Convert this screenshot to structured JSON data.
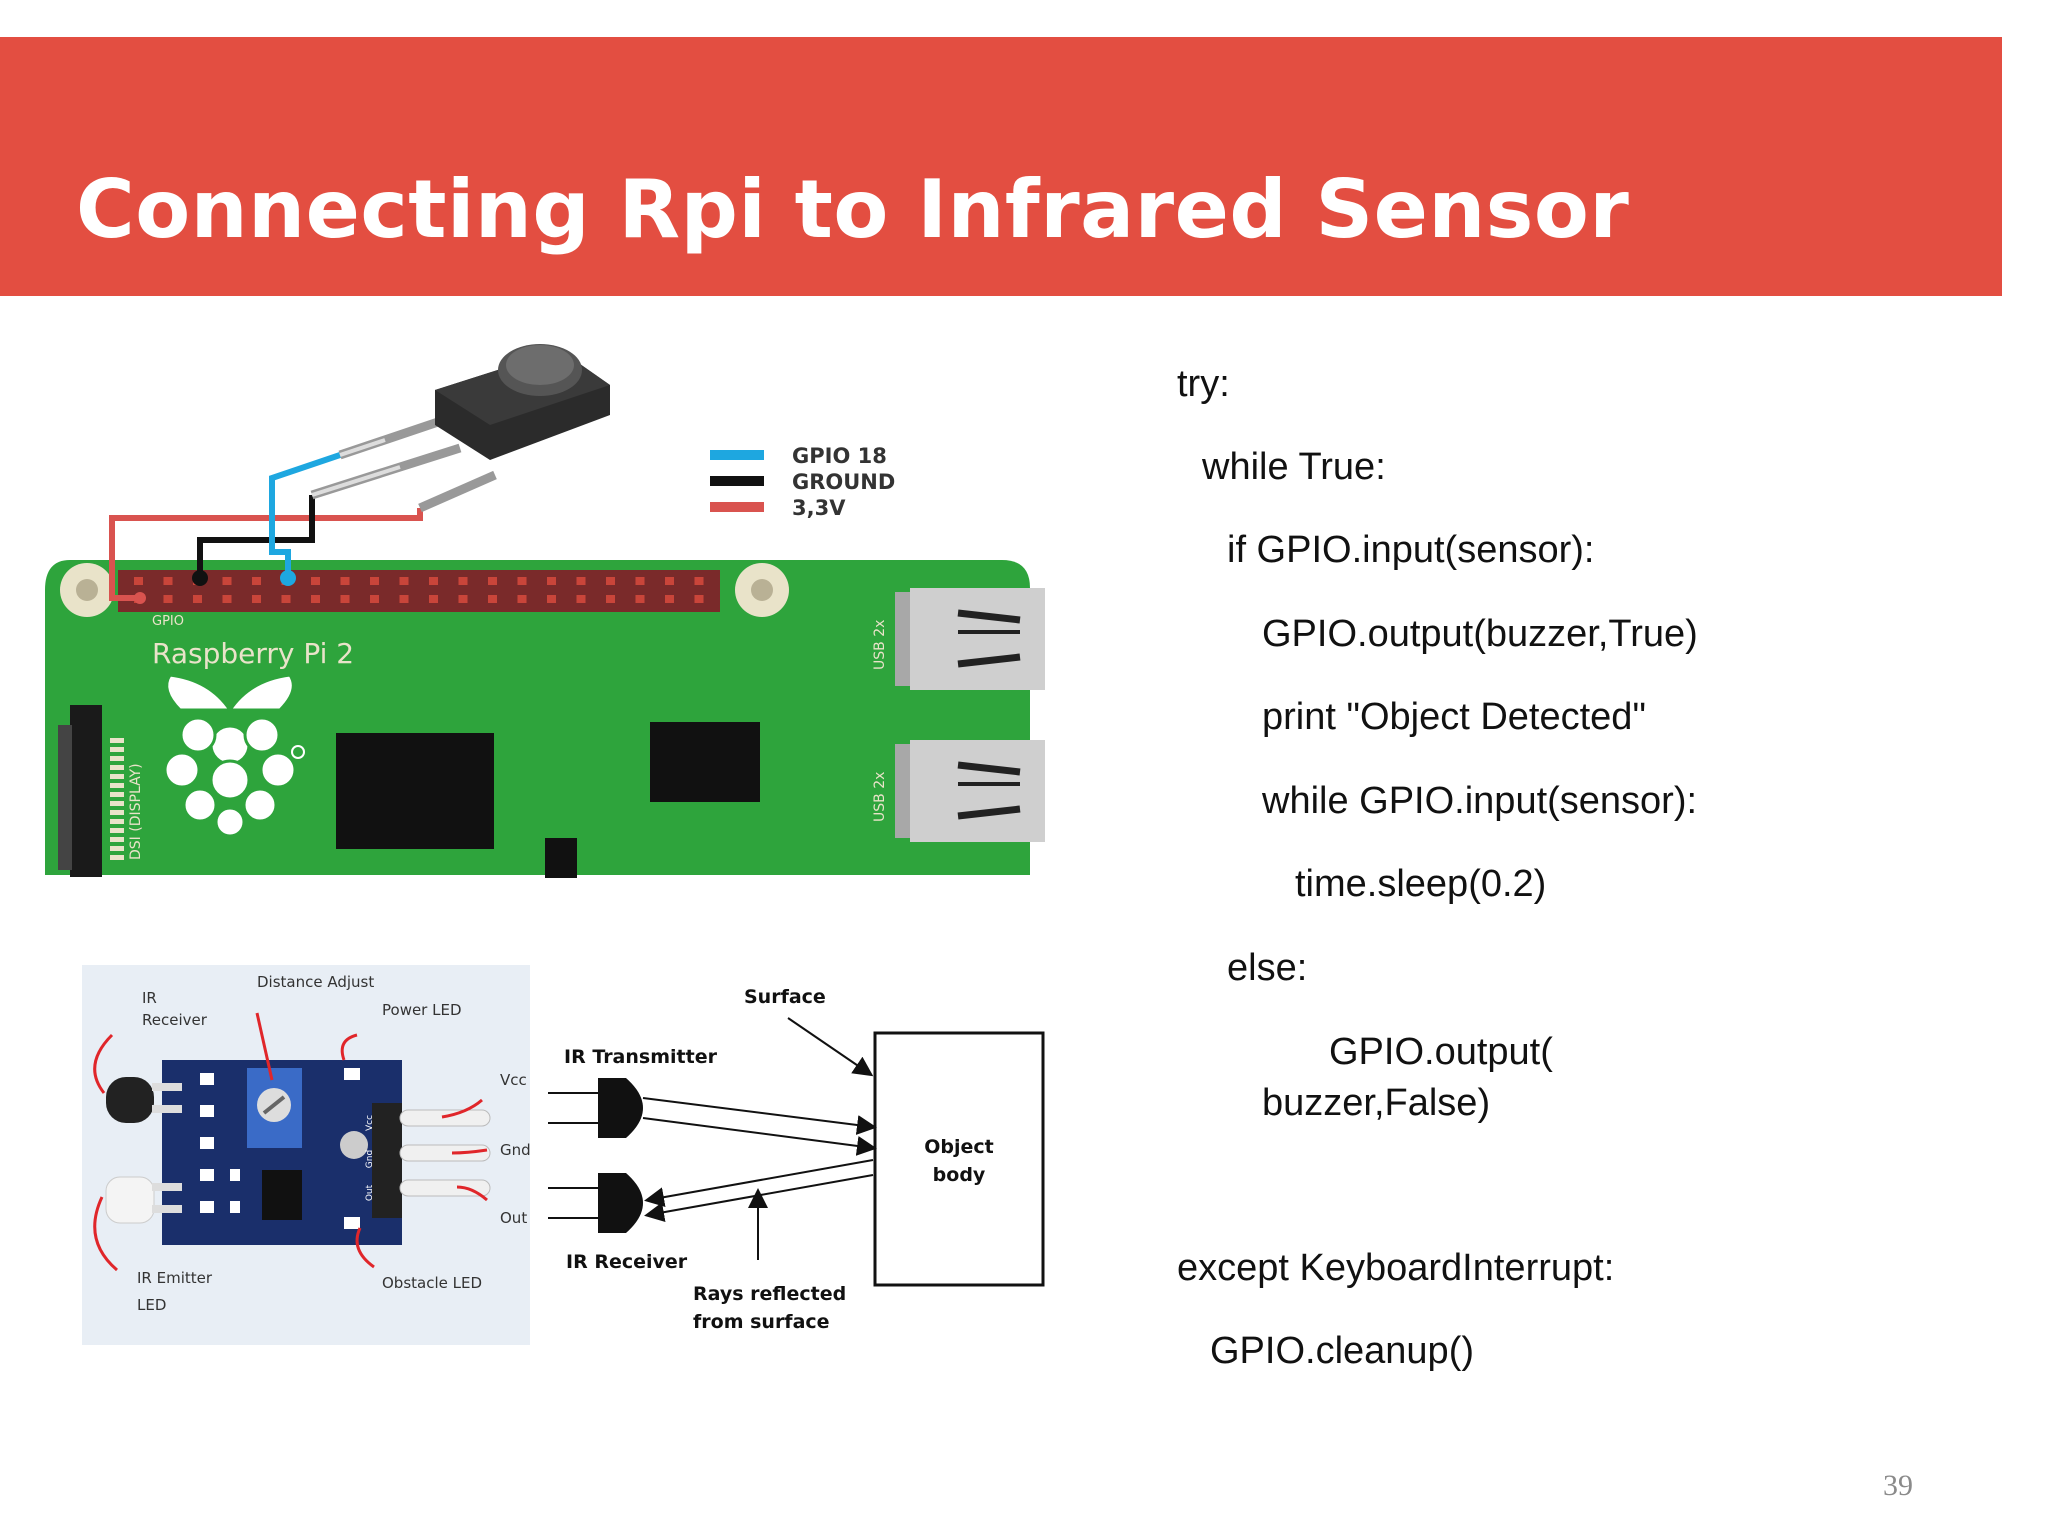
{
  "slide": {
    "title": "Connecting Rpi to Infrared Sensor",
    "page_number": "39"
  },
  "code_lines": [
    "try:",
    "while True:",
    "if GPIO.input(sensor):",
    "GPIO.output(buzzer,True)",
    "print \"Object Detected\"",
    "while GPIO.input(sensor):",
    "time.sleep(0.2)",
    "else:",
    "GPIO.output(",
    "buzzer,False)",
    "except KeyboardInterrupt:",
    "GPIO.cleanup()"
  ],
  "rpi_diagram": {
    "legend": [
      {
        "label": "GPIO 18",
        "color": "#1ea7e0"
      },
      {
        "label": "GROUND",
        "color": "#111111"
      },
      {
        "label": "3,3V",
        "color": "#d9534f"
      }
    ],
    "board_gpio_label": "GPIO",
    "board_name": "Raspberry Pi 2",
    "dsi_label": "DSI (DISPLAY)",
    "usb_label_top": "USB 2x",
    "usb_label_bottom": "USB 2x",
    "board_color": "#2ea43c"
  },
  "sensor_module": {
    "labels": {
      "ir_receiver_line1": "IR",
      "ir_receiver_line2": "Receiver",
      "distance_adjust": "Distance Adjust",
      "power_led": "Power LED",
      "vcc": "Vcc",
      "gnd": "Gnd",
      "out": "Out",
      "ir_emitter_line1": "IR Emitter",
      "ir_emitter_line2": "LED",
      "obstacle_led": "Obstacle LED",
      "pin_vcc": "Vcc",
      "pin_gnd": "Gnd",
      "pin_out": "Out"
    }
  },
  "reflection_diagram": {
    "surface": "Surface",
    "ir_transmitter": "IR Transmitter",
    "object_line1": "Object",
    "object_line2": "body",
    "ir_receiver": "IR Receiver",
    "rays_line1": "Rays reflected",
    "rays_line2": "from surface"
  }
}
